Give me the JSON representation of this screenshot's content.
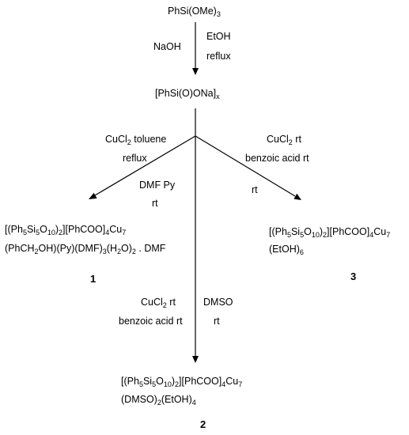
{
  "start_reagent": "PhSi(OMe)3",
  "step1": {
    "left_reagent": "NaOH",
    "right_reagent": "EtOH",
    "right_condition": "reflux"
  },
  "intermediate": "[PhSi(O)ONa]x",
  "path_left": {
    "reagent": "CuCl2 toluene",
    "condition": "reflux",
    "extra_reagent": "DMF Py",
    "extra_condition": "rt",
    "product_line1": "[(Ph5Si5O10)2][PhCOO]4Cu7",
    "product_line2": "(PhCH2OH)(Py)(DMF)3(H2O)2 . DMF",
    "product_number": "1"
  },
  "path_right": {
    "reagent": "CuCl2 rt",
    "condition": "benzoic acid rt",
    "extra_condition": "rt",
    "product_line1": "[(Ph5Si5O10)2][PhCOO]4Cu7",
    "product_line2": "(EtOH)6",
    "product_number": "3"
  },
  "path_middle": {
    "left_reagent": "CuCl2 rt",
    "left_condition": "benzoic acid rt",
    "right_reagent": "DMSO",
    "right_condition": "rt",
    "product_line1": "[(Ph5Si5O10)2][PhCOO]4Cu7",
    "product_line2": "(DMSO)2(EtOH)4",
    "product_number": "2"
  }
}
